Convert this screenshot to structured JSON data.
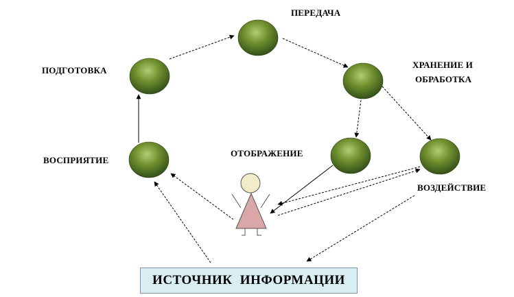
{
  "nodes": {
    "peredacha": "ПЕРЕДАЧА",
    "podgotovka": "ПОДГОТОВКА",
    "hranenie_1": "ХРАНЕНИЕ  И",
    "hranenie_2": "ОБРАБОТКА",
    "vospriyatie": "ВОСПРИЯТИЕ",
    "otobrazhenie": "ОТОБРАЖЕНИЕ",
    "vozdeystvie": "ВОЗДЕЙСТВИЕ"
  },
  "source": "ИСТОЧНИК  ИНФОРМАЦИИ",
  "colors": {
    "node_dark": "#3f5a1a",
    "node_mid": "#6f8f2e",
    "node_light": "#a9c46a",
    "person_body": "#d9a7a7",
    "person_head": "#f3ecc9",
    "source_fill": "#d9eef2",
    "arrow": "#000000"
  }
}
